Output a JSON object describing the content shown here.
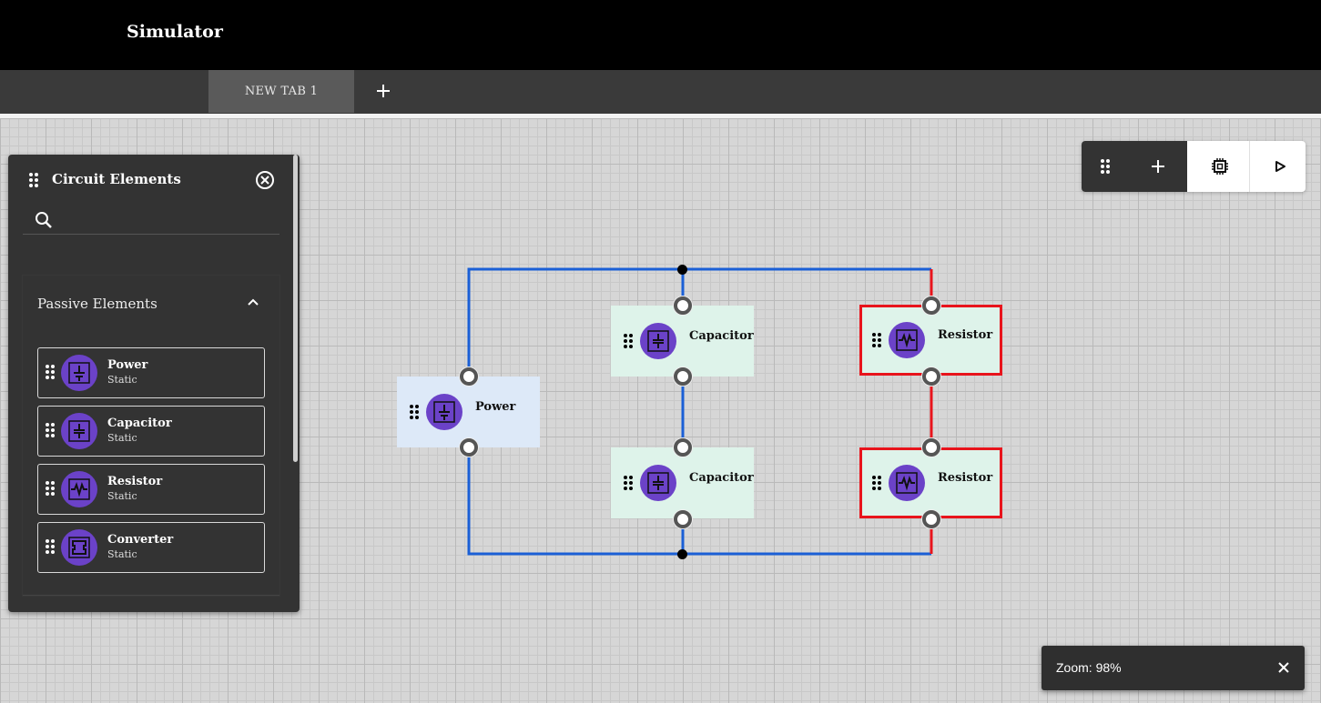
{
  "app": {
    "title": "Simulator"
  },
  "tabs": [
    {
      "label": "NEW TAB 1"
    }
  ],
  "panel": {
    "title": "Circuit Elements",
    "search_placeholder": "",
    "section": {
      "title": "Passive Elements",
      "items": [
        {
          "name": "Power",
          "sub": "Static",
          "icon": "power-icon"
        },
        {
          "name": "Capacitor",
          "sub": "Static",
          "icon": "capacitor-icon"
        },
        {
          "name": "Resistor",
          "sub": "Static",
          "icon": "resistor-icon"
        },
        {
          "name": "Converter",
          "sub": "Static",
          "icon": "converter-icon"
        }
      ]
    }
  },
  "circuit": {
    "nodes": [
      {
        "label": "Power",
        "type": "power",
        "selected": false
      },
      {
        "label": "Capacitor",
        "type": "capacitor",
        "selected": false
      },
      {
        "label": "Capacitor",
        "type": "capacitor",
        "selected": false
      },
      {
        "label": "Resistor",
        "type": "resistor",
        "selected": true
      },
      {
        "label": "Resistor",
        "type": "resistor",
        "selected": true
      }
    ],
    "colors": {
      "wire": "#1a5fd6",
      "selected_wire": "#e8141c",
      "node_bg": "#def3ea",
      "power_bg": "#dde9f8",
      "icon_bg": "#6b42c8"
    }
  },
  "zoom": {
    "text": "Zoom: 98%"
  }
}
